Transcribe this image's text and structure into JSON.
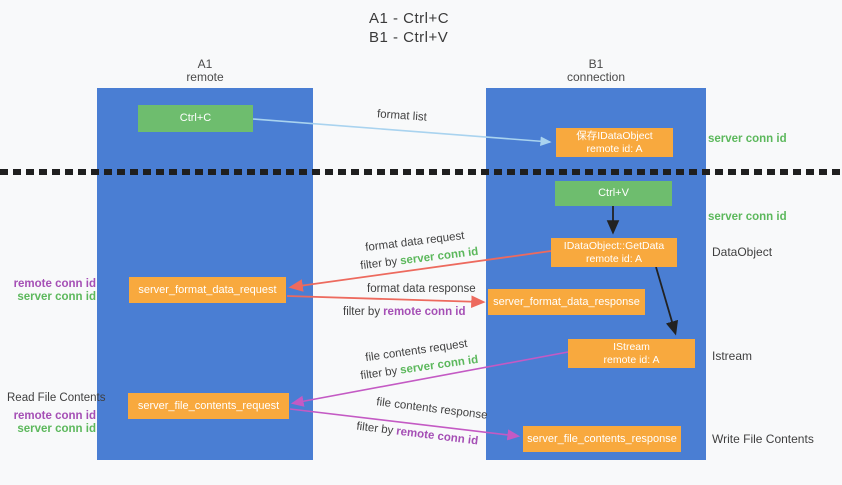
{
  "title": {
    "line1": "A1 - Ctrl+C",
    "line2": "B1 - Ctrl+V"
  },
  "lifelines": {
    "a1": {
      "name": "A1",
      "role": "remote"
    },
    "b1": {
      "name": "B1",
      "role": "connection"
    }
  },
  "nodes": {
    "ctrl_c": {
      "label": "Ctrl+C"
    },
    "ctrl_v": {
      "label": "Ctrl+V"
    },
    "save_dataobject": {
      "line1": "保存IDataObject",
      "line2": "remote id: A"
    },
    "getdata": {
      "line1": "IDataObject::GetData",
      "line2": "remote id: A"
    },
    "istream": {
      "line1": "IStream",
      "line2": "remote id: A"
    },
    "format_request": {
      "label": "server_format_data_request"
    },
    "format_response": {
      "label": "server_format_data_response"
    },
    "file_request": {
      "label": "server_file_contents_request"
    },
    "file_response": {
      "label": "server_file_contents_response"
    }
  },
  "annotations": {
    "server_conn_id_top": "server conn id",
    "server_conn_id_mid": "server conn id",
    "dataobject": "DataObject",
    "istream": "Istream",
    "write_file_contents": "Write File Contents",
    "read_file_contents": "Read File Contents",
    "format_left_remote": "remote conn id",
    "format_left_server": "server conn id",
    "file_left_remote": "remote conn id",
    "file_left_server": "server conn id"
  },
  "arrows": {
    "format_list": {
      "label": "format list"
    },
    "format_data_request": {
      "label": "format data request",
      "filter_prefix": "filter by",
      "filter_key": "server conn id"
    },
    "format_data_response": {
      "label": "format data response",
      "filter_prefix": "filter by",
      "filter_key": "remote conn id"
    },
    "file_contents_request": {
      "label": "file contents request",
      "filter_prefix": "filter by",
      "filter_key": "server conn id"
    },
    "file_contents_response": {
      "label": "file contents response",
      "filter_prefix": "filter by",
      "filter_key": "remote conn id"
    }
  },
  "colors": {
    "lifeline_blue": "#4a7ed3",
    "box_green": "#6ebd6e",
    "box_orange": "#f8a93e",
    "accent_green": "#5cb85c",
    "accent_purple": "#a54fb5",
    "arrow_red": "#ed6a5e",
    "arrow_magenta": "#c45ac4",
    "arrow_lightblue": "#a9d3ef",
    "arrow_black": "#222222"
  }
}
